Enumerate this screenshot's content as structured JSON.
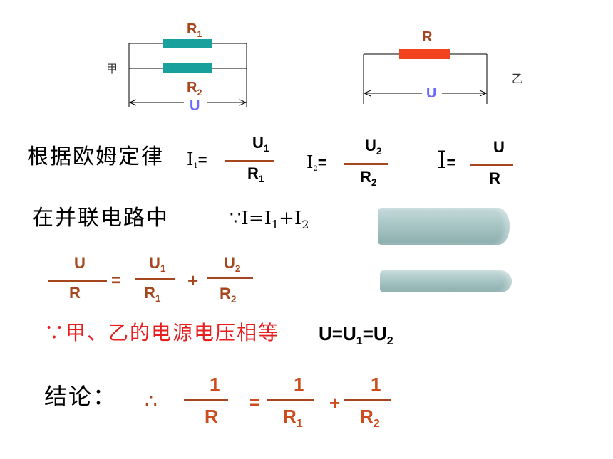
{
  "colors": {
    "brown": "#a5461f",
    "teal": "#18a09c",
    "resistor_red": "#f2431e",
    "voltage_blue": "#6a6aff",
    "red_text": "#e61e1e",
    "orange": "#cc4c1e",
    "cylinder": "#a9c6c6"
  },
  "circuit_jia": {
    "name": "甲",
    "r1": {
      "base": "R",
      "sub": "1"
    },
    "r2": {
      "base": "R",
      "sub": "2"
    },
    "voltage": "U"
  },
  "circuit_yi": {
    "name": "乙",
    "r": "R",
    "voltage": "U"
  },
  "ohms_law": {
    "label": "根据欧姆定律",
    "eq1": {
      "lhs": "I",
      "lhs_sub": "1",
      "equals": "=",
      "num": "U",
      "num_sub": "1",
      "den": "R",
      "den_sub": "1"
    },
    "eq2": {
      "lhs": "I",
      "lhs_sub": "2",
      "equals": "=",
      "num": "U",
      "num_sub": "2",
      "den": "R",
      "den_sub": "2"
    },
    "eq3": {
      "lhs": "I",
      "equals": "=",
      "num": "U",
      "den": "R"
    }
  },
  "parallel": {
    "label": "在并联电路中",
    "because": "∵",
    "part_a": "I=I",
    "sub_a": "1",
    "part_b": "+I",
    "sub_b": "2"
  },
  "sum_equation": {
    "lhs": {
      "num": "U",
      "den": "R"
    },
    "equals": "=",
    "term1": {
      "num": "U",
      "num_sub": "1",
      "den": "R",
      "den_sub": "1"
    },
    "plus": "+",
    "term2": {
      "num": "U",
      "num_sub": "2",
      "den": "R",
      "den_sub": "2"
    }
  },
  "voltage_statement": {
    "text": "∵甲、乙的电源电压相等",
    "part_a": "U=U",
    "sub_a": "1",
    "part_b": "=U",
    "sub_b": "2"
  },
  "conclusion": {
    "label": "结论：",
    "therefore": "∴",
    "lhs": {
      "num": "1",
      "den": "R"
    },
    "equals": "=",
    "term1": {
      "num": "1",
      "den": "R",
      "den_sub": "1"
    },
    "plus": "+",
    "term2": {
      "num": "1",
      "den": "R",
      "den_sub": "2"
    }
  }
}
